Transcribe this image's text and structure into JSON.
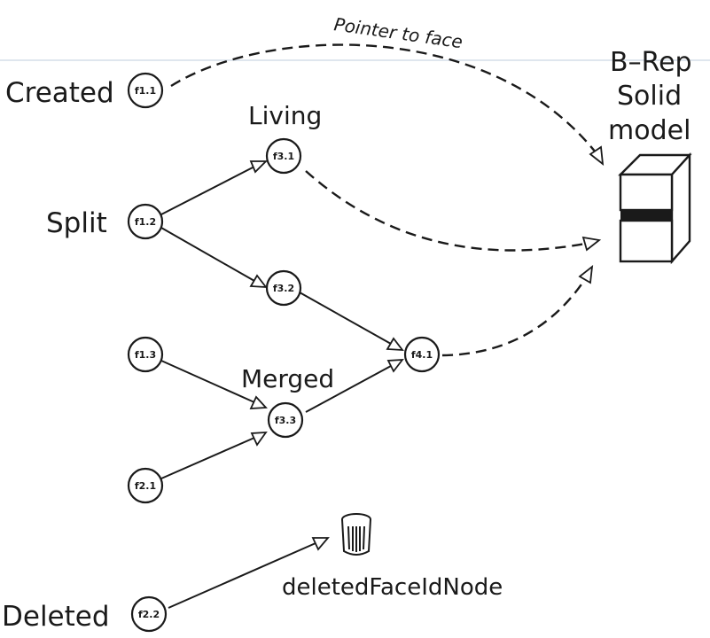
{
  "labels": {
    "created": "Created",
    "split": "Split",
    "deleted": "Deleted",
    "living": "Living",
    "merged": "Merged",
    "bm_line1": "B–Rep",
    "bm_line2": "Solid",
    "bm_line3": "model",
    "pointer": "Pointer to face",
    "deleted_node": "deletedFaceIdNode"
  },
  "nodes": {
    "f11": "f1.1",
    "f12": "f1.2",
    "f13": "f1.3",
    "f21": "f2.1",
    "f22": "f2.2",
    "f31": "f3.1",
    "f32": "f3.2",
    "f33": "f3.3",
    "f41": "f4.1"
  }
}
